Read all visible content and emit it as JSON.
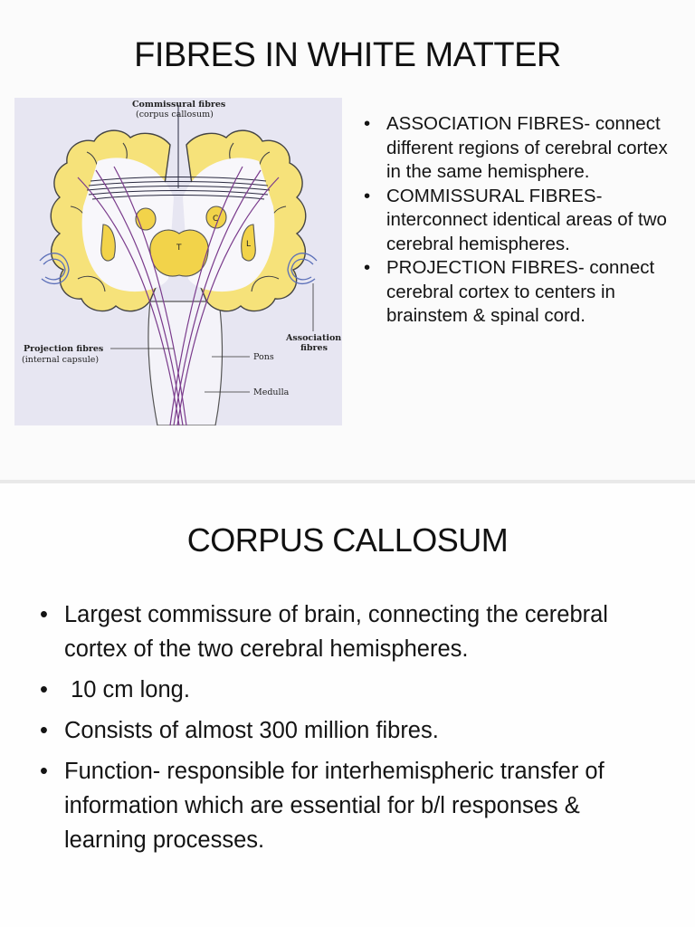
{
  "slide1": {
    "title": "FIBRES IN WHITE MATTER",
    "figure_labels": {
      "commissural": "Commissural fibres",
      "corpus": "(corpus callosum)",
      "projection": "Projection fibres",
      "internal_capsule": "(internal capsule)",
      "association": "Association",
      "association_fibres": "fibres",
      "pons": "Pons",
      "medulla": "Medulla",
      "c": "C",
      "t": "T",
      "l": "L"
    },
    "bullets": [
      "ASSOCIATION FIBRES- connect different regions of cerebral cortex in the same hemisphere.",
      "COMMISSURAL FIBRES- interconnect identical areas of two cerebral hemispheres.",
      "PROJECTION FIBRES- connect cerebral cortex to centers in brainstem & spinal cord."
    ],
    "bullet_symbol": "•"
  },
  "slide2": {
    "title": "CORPUS CALLOSUM",
    "bullets": [
      "Largest commissure of brain, connecting the cerebral cortex of the two cerebral hemispheres.",
      " 10 cm long.",
      "Consists of almost 300 million fibres.",
      "Function- responsible for interhemispheric transfer of information which are essential for b/l responses & learning processes."
    ],
    "bullet_symbol": "•"
  },
  "colors": {
    "cortex_yellow": "#f2d34a",
    "fibre_purple": "#7a3b8c",
    "fibre_dark": "#2a2a40",
    "capsule_blue": "#5b6fb8",
    "figure_bg": "#e7e6f2"
  }
}
